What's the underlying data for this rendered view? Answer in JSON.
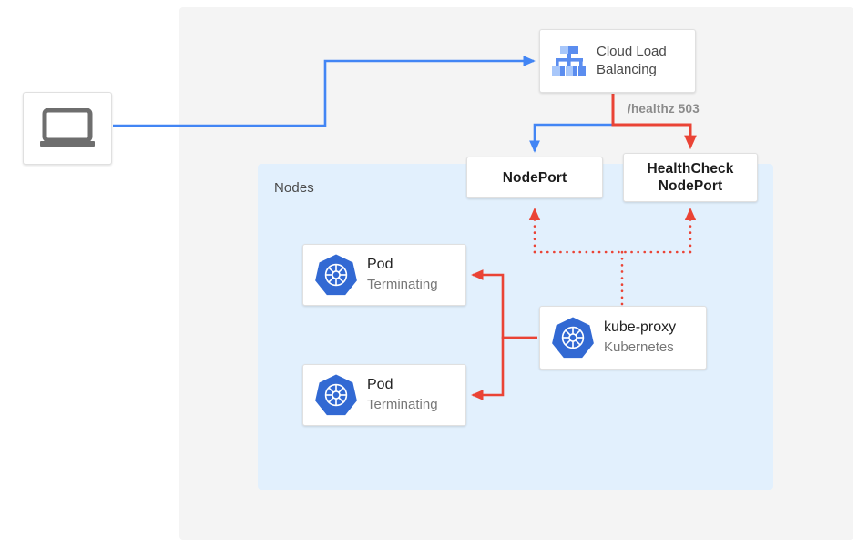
{
  "diagram": {
    "title": "Kubernetes external traffic policy health check diagram",
    "colors": {
      "blue": "#4285f4",
      "red": "#ea4335",
      "panel_gray": "#f4f4f4",
      "panel_blue": "#e2f0fd",
      "card_white": "#ffffff",
      "text_dark": "#222222",
      "text_gray": "#777777",
      "kubernetes_blue": "#3269d3"
    },
    "panels": {
      "outer_label": "",
      "nodes_label": "Nodes"
    },
    "client": {
      "icon": "laptop-icon",
      "label": ""
    },
    "load_balancer": {
      "icon": "cloud-load-balancing-icon",
      "line1": "Cloud Load",
      "line2": "Balancing"
    },
    "edges": {
      "healthz_label": "/healthz 503"
    },
    "nodeport": {
      "label": "NodePort"
    },
    "healthcheck_nodeport": {
      "line1": "HealthCheck",
      "line2": "NodePort"
    },
    "pods": [
      {
        "icon": "kubernetes-icon",
        "title": "Pod",
        "subtitle": "Terminating"
      },
      {
        "icon": "kubernetes-icon",
        "title": "Pod",
        "subtitle": "Terminating"
      }
    ],
    "kube_proxy": {
      "icon": "kubernetes-icon",
      "title": "kube-proxy",
      "subtitle": "Kubernetes"
    }
  }
}
